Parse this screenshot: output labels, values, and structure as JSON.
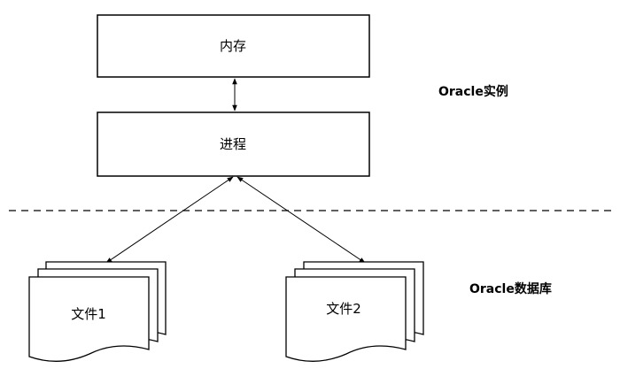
{
  "boxes": {
    "memory": "内存",
    "process": "进程"
  },
  "files": {
    "file1": "文件1",
    "file2": "文件2"
  },
  "regions": {
    "instance": "Oracle实例",
    "database": "Oracle数据库"
  }
}
